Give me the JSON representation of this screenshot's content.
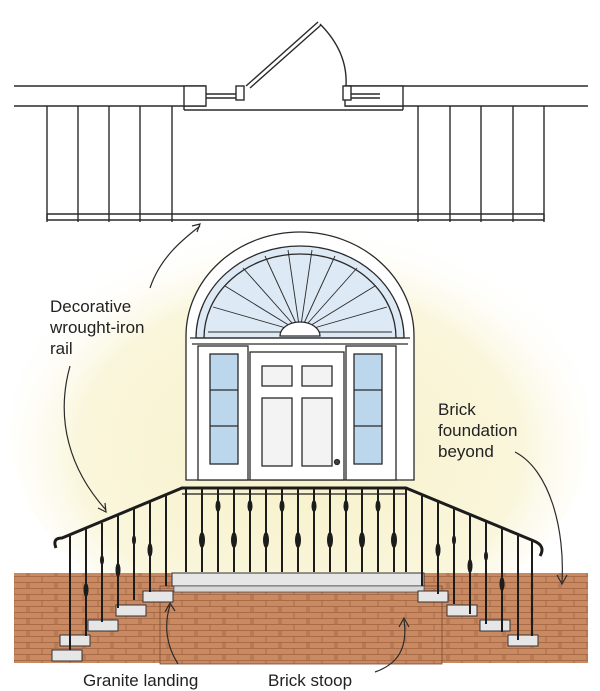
{
  "labels": {
    "rail": "Decorative\nwrought-iron\nrail",
    "brick_foundation": "Brick\nfoundation\nbeyond",
    "granite_landing": "Granite landing",
    "brick_stoop": "Brick stoop"
  },
  "colors": {
    "ink": "#2a2a2a",
    "brick": "#c9875f",
    "brick_mortar": "#9a5a3a",
    "glow": "#f5efc4",
    "glass": "#b9d6ee",
    "door": "#ffffff",
    "granite": "#e4e4e4",
    "iron": "#1c1c1c"
  }
}
